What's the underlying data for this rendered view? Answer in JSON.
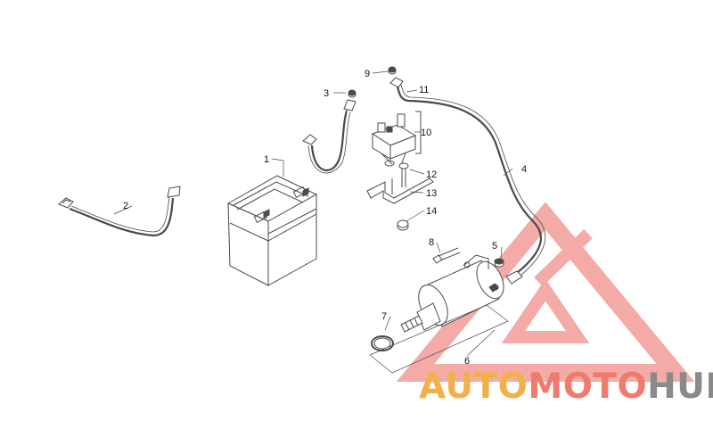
{
  "diagram": {
    "callouts": [
      {
        "id": "c1",
        "label": "1"
      },
      {
        "id": "c2",
        "label": "2"
      },
      {
        "id": "c3",
        "label": "3"
      },
      {
        "id": "c4",
        "label": "4"
      },
      {
        "id": "c5",
        "label": "5"
      },
      {
        "id": "c6",
        "label": "6"
      },
      {
        "id": "c7",
        "label": "7"
      },
      {
        "id": "c8",
        "label": "8"
      },
      {
        "id": "c9",
        "label": "9"
      },
      {
        "id": "c10",
        "label": "10"
      },
      {
        "id": "c11",
        "label": "11"
      },
      {
        "id": "c12",
        "label": "12"
      },
      {
        "id": "c13",
        "label": "13"
      },
      {
        "id": "c14",
        "label": "14"
      }
    ],
    "line_color": "#4a4a4a"
  },
  "watermark": {
    "part1": "AUTO",
    "part2": "MOTO",
    "part3": "HUB",
    "color1": "#f2b04a",
    "color2": "#ef7b6e",
    "color3": "#8a8a8a",
    "logo_color": "#f08a86"
  }
}
